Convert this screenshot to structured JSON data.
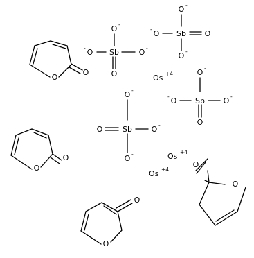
{
  "symbols": {
    "oxygen": "O",
    "antimony": "Sb",
    "osmium": "Os",
    "minus": "-",
    "osmium_charge": "+4"
  }
}
